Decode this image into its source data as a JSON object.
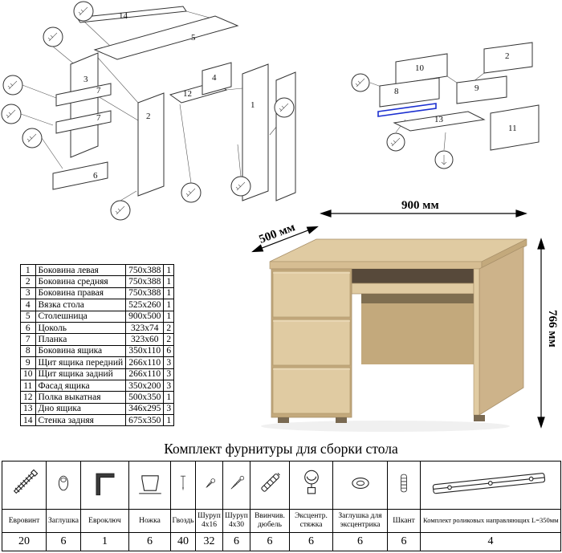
{
  "title": "Комплект фурнитуры для сборки стола",
  "dimensions": {
    "depth": "500 мм",
    "width": "900 мм",
    "height": "766 мм"
  },
  "parts_table": {
    "rows": [
      {
        "n": "1",
        "name": "Боковина левая",
        "size": "750x388",
        "qty": "1"
      },
      {
        "n": "2",
        "name": "Боковина средняя",
        "size": "750x388",
        "qty": "1"
      },
      {
        "n": "3",
        "name": "Боковина правая",
        "size": "750x388",
        "qty": "1"
      },
      {
        "n": "4",
        "name": "Вязка стола",
        "size": "525x260",
        "qty": "1"
      },
      {
        "n": "5",
        "name": "Столешница",
        "size": "900x500",
        "qty": "1"
      },
      {
        "n": "6",
        "name": "Цоколь",
        "size": "323x74",
        "qty": "2"
      },
      {
        "n": "7",
        "name": "Планка",
        "size": "323x60",
        "qty": "2"
      },
      {
        "n": "8",
        "name": "Боковина ящика",
        "size": "350x110",
        "qty": "6"
      },
      {
        "n": "9",
        "name": "Щит ящика передний",
        "size": "266x110",
        "qty": "3"
      },
      {
        "n": "10",
        "name": "Щит ящика задний",
        "size": "266x110",
        "qty": "3"
      },
      {
        "n": "11",
        "name": "Фасад ящика",
        "size": "350x200",
        "qty": "3"
      },
      {
        "n": "12",
        "name": "Полка выкатная",
        "size": "500x350",
        "qty": "1"
      },
      {
        "n": "13",
        "name": "Дно ящика",
        "size": "346x295",
        "qty": "3"
      },
      {
        "n": "14",
        "name": "Стенка задняя",
        "size": "675x350",
        "qty": "1"
      }
    ]
  },
  "hardware_table": {
    "items": [
      {
        "name": "Евровинт",
        "qty": "20",
        "icon": "euroscrew-icon"
      },
      {
        "name": "Заглушка",
        "qty": "6",
        "icon": "cap-icon"
      },
      {
        "name": "Евроключ",
        "qty": "1",
        "icon": "hexkey-icon"
      },
      {
        "name": "Ножка",
        "qty": "6",
        "icon": "foot-icon"
      },
      {
        "name": "Гвоздь",
        "qty": "40",
        "icon": "nail-icon"
      },
      {
        "name": "Шуруп 4x16",
        "qty": "32",
        "icon": "screw-small-icon"
      },
      {
        "name": "Шуруп 4x30",
        "qty": "6",
        "icon": "screw-long-icon"
      },
      {
        "name": "Ввинчив. дюбель",
        "qty": "6",
        "icon": "dowel-screw-icon"
      },
      {
        "name": "Эксцентр. стяжка",
        "qty": "6",
        "icon": "cam-lock-icon"
      },
      {
        "name": "Заглушка для эксцентрика",
        "qty": "6",
        "icon": "cam-cap-icon"
      },
      {
        "name": "Шкант",
        "qty": "6",
        "icon": "wood-dowel-icon"
      },
      {
        "name": "Комплект роликовых направляющих L=350мм",
        "qty": "4",
        "icon": "drawer-slide-icon"
      }
    ]
  },
  "diagram_left": {
    "labels": [
      "14",
      "5",
      "3",
      "7",
      "7",
      "6",
      "2",
      "12",
      "4",
      "1"
    ]
  },
  "diagram_right": {
    "labels": [
      "10",
      "2",
      "8",
      "9",
      "13",
      "11"
    ]
  },
  "colors": {
    "wood": "#d6bd92",
    "wood_light": "#e0cba2",
    "wood_dark": "#c3a97c",
    "wood_face": "#cdb38a",
    "shadow": "#57493a",
    "rail_blue": "#1b2fd0"
  }
}
